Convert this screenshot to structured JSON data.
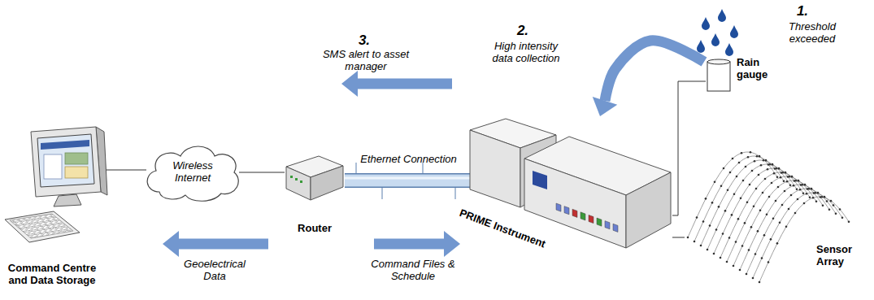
{
  "diagram": {
    "nodes": [
      {
        "text": [
          "Command Centre and Data Storage"
        ]
      },
      {
        "text": [
          "Wireless Internet"
        ]
      },
      {
        "text": [
          "Router"
        ]
      },
      {
        "text": [
          "PRIME Instrument"
        ]
      },
      {
        "text": [
          "Rain gauge"
        ]
      },
      {
        "text": [
          "Sensor Array"
        ]
      }
    ],
    "edges": [
      {
        "from": 0,
        "to": 1,
        "arrow": "none"
      },
      {
        "from": 1,
        "to": 2,
        "arrow": "none"
      },
      {
        "from": 2,
        "to": 3,
        "label": "Ethernet Connection",
        "arrow": "none"
      },
      {
        "from": 4,
        "to": 3,
        "arrow": "to"
      },
      {
        "from": 4,
        "to": 3,
        "arrow": "none"
      },
      {
        "from": 3,
        "to": 5,
        "arrow": "none"
      }
    ],
    "labels": [
      "1.",
      "Threshold exceeded",
      "2.",
      "High intensity data collection",
      "3.",
      "SMS alert to asset manager",
      "Geoelectrical Data",
      "Command Files & Schedule"
    ]
  }
}
